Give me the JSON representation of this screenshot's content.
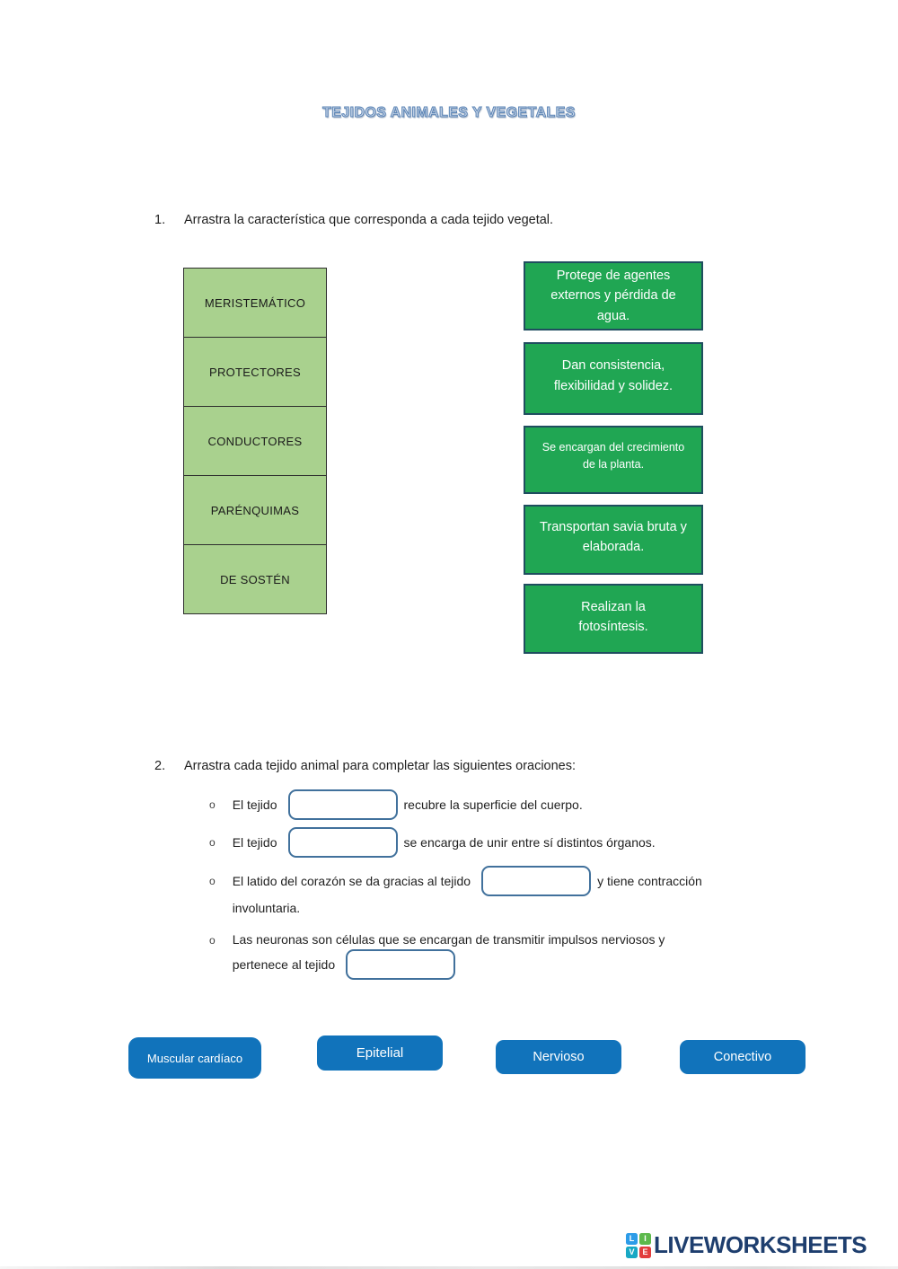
{
  "title": "TEJIDOS ANIMALES Y VEGETALES",
  "colors": {
    "title_fill": "#c7d5e8",
    "title_outline": "#5b84b5",
    "plant_tissue_bg": "#a9d18e",
    "characteristic_bg": "#20a653",
    "characteristic_border": "#1f4e5f",
    "blank_border": "#41719c",
    "answer_button_bg": "#1173bb",
    "logo_navy": "#1e3e6e",
    "logo_tile_blue": "#2d9ce8",
    "logo_tile_green": "#5db94c",
    "logo_tile_teal": "#18a8c4",
    "logo_tile_red": "#e23d3d"
  },
  "question1": {
    "number": "1.",
    "instruction": "Arrastra la característica que corresponda a cada tejido vegetal.",
    "tissues": [
      "MERISTEMÁTICO",
      "PROTECTORES",
      "CONDUCTORES",
      "PARÉNQUIMAS",
      "DE SOSTÉN"
    ],
    "characteristics": [
      "Protege de agentes externos y pérdida de agua.",
      "Dan consistencia, flexibilidad y solidez.",
      "Se encargan del crecimiento de la planta.",
      "Transportan savia bruta y elaborada.",
      "Realizan la fotosíntesis."
    ]
  },
  "question2": {
    "number": "2.",
    "instruction": "Arrastra cada tejido animal para completar las siguientes oraciones:",
    "bullet": "o",
    "sentences": [
      {
        "before": "El tejido",
        "after": "recubre la superficie del cuerpo."
      },
      {
        "before": "El tejido",
        "after": "se encarga de unir entre sí distintos órganos."
      },
      {
        "before": "El latido del corazón se da gracias al tejido",
        "after": "y tiene contracción",
        "wrap": "involuntaria."
      },
      {
        "line1": "Las neuronas son células que se encargan de transmitir impulsos nerviosos y",
        "before": "pertenece al tejido"
      }
    ],
    "answers": [
      "Muscular cardíaco",
      "Epitelial",
      "Nervioso",
      "Conectivo"
    ]
  },
  "footer": {
    "logo_tiles": [
      {
        "letter": "L"
      },
      {
        "letter": "I"
      },
      {
        "letter": "V"
      },
      {
        "letter": "E"
      }
    ],
    "logo_text": "LIVEWORKSHEETS"
  }
}
